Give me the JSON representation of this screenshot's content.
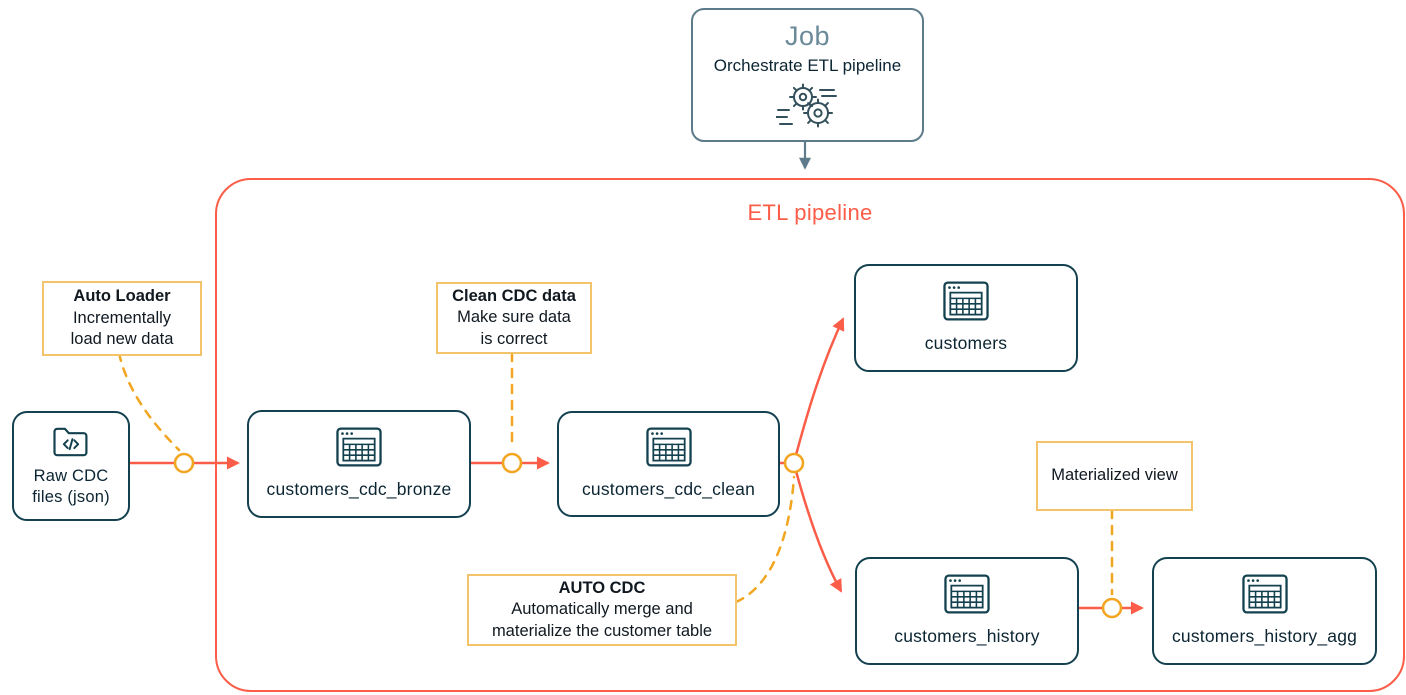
{
  "colors": {
    "accent_red": "#FB5D48",
    "node_border": "#14414F",
    "job_border": "#5D7B8A",
    "job_title_text": "#6B8A99",
    "annotation_border": "#F3C46B",
    "connector_amber": "#F2A51F",
    "body_text": "#0B2532"
  },
  "job": {
    "title": "Job",
    "subtitle": "Orchestrate ETL pipeline",
    "icon": "gears-icon"
  },
  "pipeline": {
    "title": "ETL pipeline"
  },
  "nodes": {
    "raw_source": {
      "label_lines": [
        "Raw CDC",
        "files (json)"
      ],
      "icon": "code-folder-icon"
    },
    "bronze": {
      "label": "customers_cdc_bronze",
      "icon": "table-icon"
    },
    "clean": {
      "label": "customers_cdc_clean",
      "icon": "table-icon"
    },
    "customers": {
      "label": "customers",
      "icon": "table-icon"
    },
    "history": {
      "label": "customers_history",
      "icon": "table-icon"
    },
    "history_agg": {
      "label": "customers_history_agg",
      "icon": "table-icon"
    }
  },
  "annotations": {
    "auto_loader": {
      "title": "Auto Loader",
      "lines": [
        "Incrementally",
        "load new data"
      ]
    },
    "clean_cdc": {
      "title": "Clean CDC data",
      "lines": [
        "Make sure data",
        "is correct"
      ]
    },
    "auto_cdc": {
      "title": "AUTO CDC",
      "lines": [
        "Automatically merge and",
        "materialize the customer table"
      ]
    },
    "materialized_view": {
      "title": "Materialized view"
    }
  }
}
